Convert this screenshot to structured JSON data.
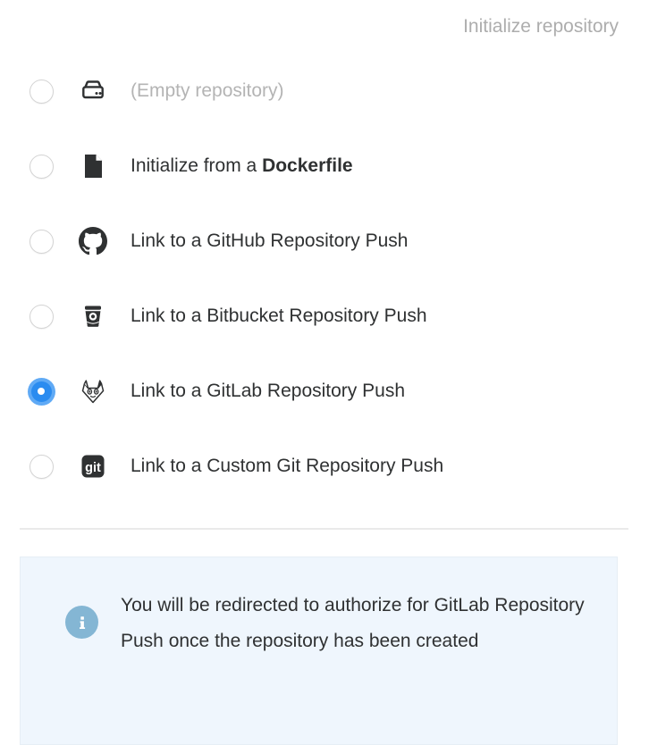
{
  "section": {
    "title": "Initialize repository"
  },
  "options": [
    {
      "id": "empty-repository",
      "label": "(Empty repository)",
      "icon": "hard-drive-icon",
      "selected": false,
      "muted": true
    },
    {
      "id": "dockerfile",
      "label": "Initialize from a Dockerfile",
      "label_prefix": "Initialize from a ",
      "label_strong": "Dockerfile",
      "icon": "file-icon",
      "selected": false,
      "muted": false
    },
    {
      "id": "github-repository-push",
      "label": "Link to a GitHub Repository Push",
      "icon": "github-icon",
      "selected": false,
      "muted": false
    },
    {
      "id": "bitbucket-repository-push",
      "label": "Link to a Bitbucket Repository Push",
      "icon": "bitbucket-icon",
      "selected": false,
      "muted": false
    },
    {
      "id": "gitlab-repository-push",
      "label": "Link to a GitLab Repository Push",
      "icon": "gitlab-icon",
      "selected": true,
      "muted": false
    },
    {
      "id": "custom-git-repository-push",
      "label": "Link to a Custom Git Repository Push",
      "icon": "git-icon",
      "selected": false,
      "muted": false
    }
  ],
  "info": {
    "icon": "info-icon",
    "message": "You will be redirected to authorize for GitLab Repository Push once the repository has been created"
  },
  "colors": {
    "accent": "#2b8cf0",
    "accent_ring": "#60aaf5",
    "info_background": "#eff6fd",
    "info_icon": "#84b6d4",
    "text": "#2f3132",
    "muted_text": "#b4b4b4",
    "title_text": "#adadad",
    "divider": "#eaeaea"
  }
}
